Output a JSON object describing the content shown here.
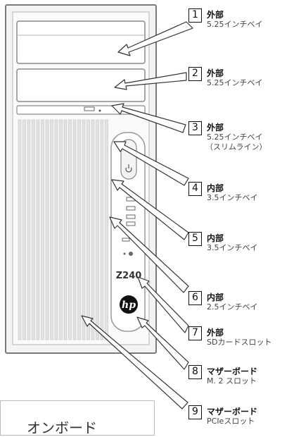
{
  "model": "Z240",
  "logo_text": "hp",
  "callouts": [
    {
      "number": "1",
      "title": "外部",
      "desc": "5.25インチベイ",
      "desc2": ""
    },
    {
      "number": "2",
      "title": "外部",
      "desc": "5.25インチベイ",
      "desc2": ""
    },
    {
      "number": "3",
      "title": "外部",
      "desc": "5.25インチベイ",
      "desc2": "（スリムライン）"
    },
    {
      "number": "4",
      "title": "内部",
      "desc": "3.5インチベイ",
      "desc2": ""
    },
    {
      "number": "5",
      "title": "内部",
      "desc": "3.5インチベイ",
      "desc2": ""
    },
    {
      "number": "6",
      "title": "内部",
      "desc": "2.5インチベイ",
      "desc2": ""
    },
    {
      "number": "7",
      "title": "外部",
      "desc": "SDカードスロット",
      "desc2": ""
    },
    {
      "number": "8",
      "title": "マザーボード",
      "desc": "M. 2 スロット",
      "desc2": ""
    },
    {
      "number": "9",
      "title": "マザーボード",
      "desc": "PCIeスロット",
      "desc2": ""
    }
  ],
  "onboard_label": "オンボード",
  "colors": {
    "case_outline": "#7a7a7a",
    "case_fill": "#f4f4f4",
    "arrow_outline": "#333333"
  }
}
